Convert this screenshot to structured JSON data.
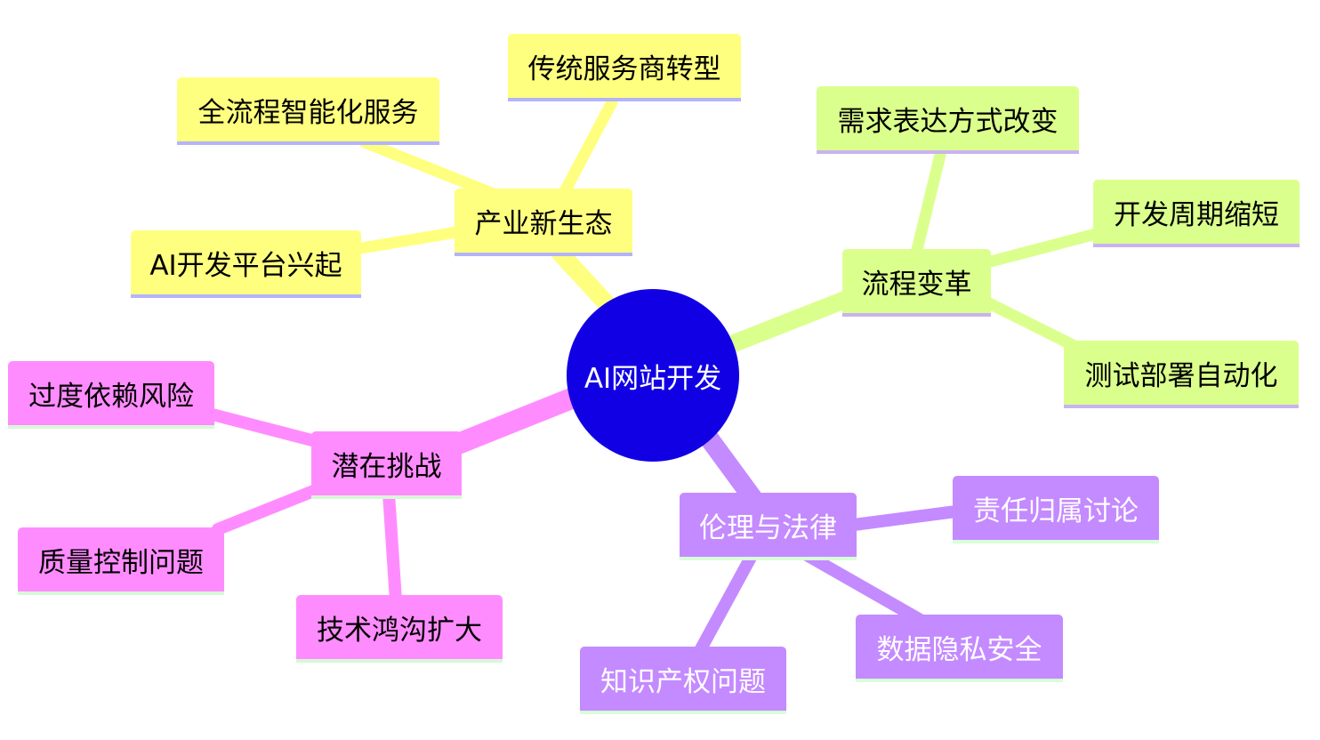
{
  "root": {
    "label": "AI网站开发"
  },
  "colors": {
    "root": "#1100e3",
    "industry": "#ffff7f",
    "process": "#dbff8c",
    "ethics": "#c48aff",
    "challenges": "#ff8cff"
  },
  "branches": {
    "industry": {
      "label": "产业新生态",
      "children": [
        "传统服务商转型",
        "全流程智能化服务",
        "AI开发平台兴起"
      ]
    },
    "process": {
      "label": "流程变革",
      "children": [
        "需求表达方式改变",
        "开发周期缩短",
        "测试部署自动化"
      ]
    },
    "ethics": {
      "label": "伦理与法律",
      "children": [
        "责任归属讨论",
        "数据隐私安全",
        "知识产权问题"
      ]
    },
    "challenges": {
      "label": "潜在挑战",
      "children": [
        "过度依赖风险",
        "质量控制问题",
        "技术鸿沟扩大"
      ]
    }
  }
}
